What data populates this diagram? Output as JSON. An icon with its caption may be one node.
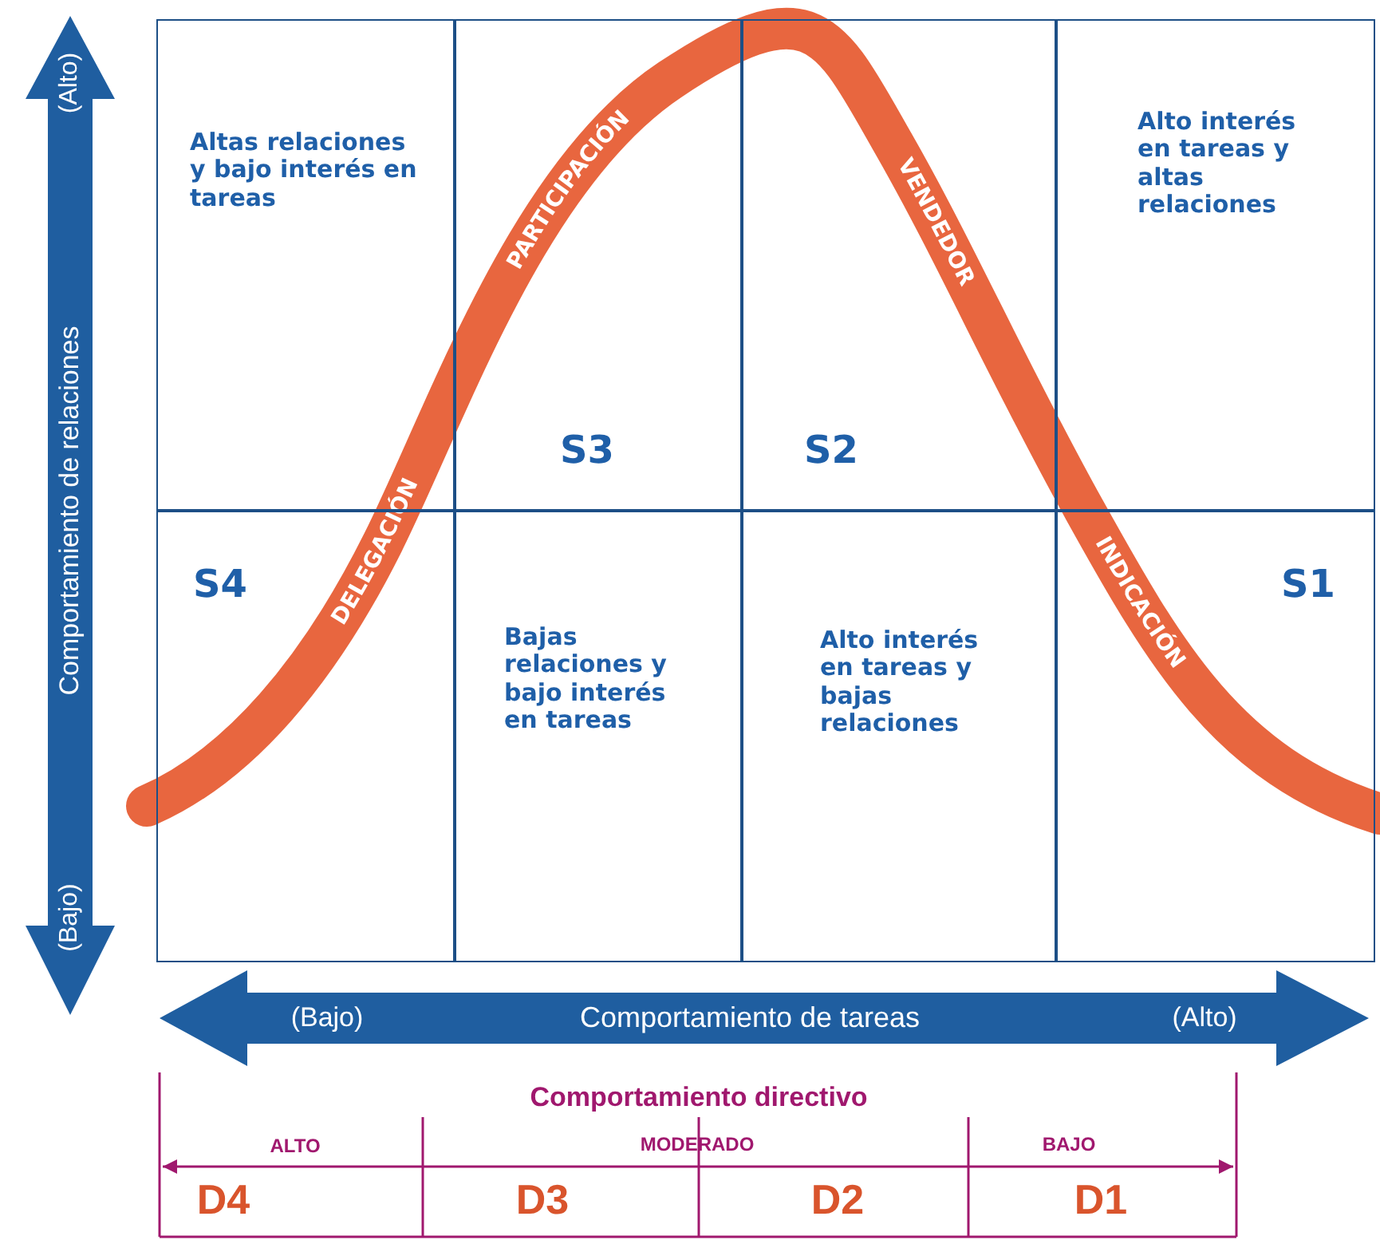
{
  "diagram": {
    "nodes": [
      {
        "text": [
          "Altas relaciones y bajo interés en tareas"
        ]
      },
      {
        "text": [
          "S3"
        ]
      },
      {
        "text": [
          "S2"
        ]
      },
      {
        "text": [
          "Alto interés en tareas y altas relaciones"
        ]
      },
      {
        "text": [
          "S4"
        ]
      },
      {
        "text": [
          "Bajas relaciones y bajo interés en tareas"
        ]
      },
      {
        "text": [
          "Alto interés en tareas y bajas relaciones"
        ]
      },
      {
        "text": [
          "S1"
        ]
      }
    ],
    "labels": [
      "(Alto)",
      "Comportamiento de relaciones",
      "(Bajo)",
      "PARTICIPACIÓN",
      "VENDEDOR",
      "DELEGACIÓN",
      "INDICACIÓN",
      "(Bajo)",
      "Comportamiento de tareas",
      "(Alto)",
      "Comportamiento directivo",
      "ALTO",
      "MODERADO",
      "BAJO",
      "D4",
      "D3",
      "D2",
      "D1"
    ]
  }
}
